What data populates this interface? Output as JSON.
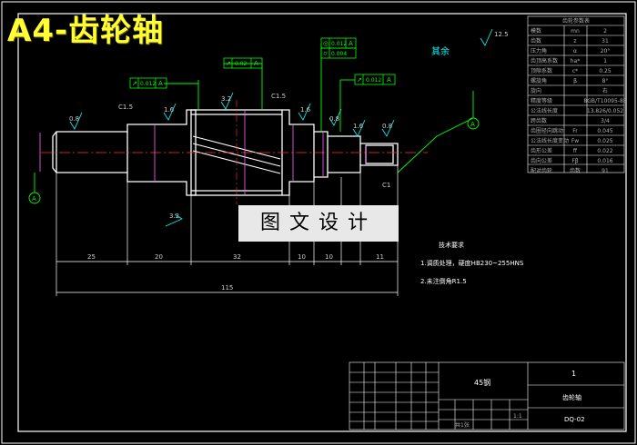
{
  "title": "A4-齿轮轴",
  "watermark": "图文设计",
  "roughness_top": "其余",
  "roughness_top_value": "12.5",
  "datum_label": "A",
  "tech_req": {
    "heading": "技术要求",
    "line1": "1.调质处理，硬度HB230~255HNS",
    "line2": "2.未注倒角R1.5"
  },
  "tolerance_frames": [
    {
      "symbol": "↗",
      "value": "0.012",
      "datum": "A"
    },
    {
      "symbol": "↗",
      "value": "0.02",
      "datum": "A"
    },
    {
      "symbol": "↗",
      "value": "0.012",
      "datum": "A"
    },
    {
      "symbol": "◎",
      "value": "0.012",
      "datum": "A"
    },
    {
      "symbol": "⌭",
      "value": "0.004",
      "datum": ""
    }
  ],
  "dimensions": {
    "d1": "25",
    "d2": "20",
    "d3": "32",
    "d4": "10",
    "d5": "10",
    "d6": "11",
    "total": "115",
    "c15a": "C1.5",
    "c15b": "C1.5",
    "c1": "C1",
    "r08": "0.8",
    "r16": "1.6",
    "r32": "3.2",
    "r32b": "3.2",
    "r16b": "1.6",
    "r08b": "0.8",
    "r16c": "1.6",
    "r08c": "0.8"
  },
  "param_table": {
    "header": "齿轮参数表",
    "rows": [
      {
        "name": "模数",
        "sym": "mn",
        "val": "2"
      },
      {
        "name": "齿数",
        "sym": "z",
        "val": "31"
      },
      {
        "name": "压力角",
        "sym": "α",
        "val": "20°"
      },
      {
        "name": "齿顶高系数",
        "sym": "ha*",
        "val": "1"
      },
      {
        "name": "顶隙系数",
        "sym": "c*",
        "val": "0.25"
      },
      {
        "name": "螺旋角",
        "sym": "β",
        "val": "8°"
      },
      {
        "name": "旋向",
        "sym": "",
        "val": "右"
      },
      {
        "name": "精度等级",
        "sym": "",
        "val": "8GB/T10095-88"
      },
      {
        "name": "公法线长度",
        "sym": "",
        "val": "13.826/0.052"
      },
      {
        "name": "跨齿数",
        "sym": "",
        "val": "3/4"
      },
      {
        "name": "齿圈径向跳动",
        "sym": "Fr",
        "val": "0.045"
      },
      {
        "name": "公法线长度变动",
        "sym": "Fw",
        "val": "0.025"
      },
      {
        "name": "齿形公差",
        "sym": "ff",
        "val": "0.022"
      },
      {
        "name": "齿向公差",
        "sym": "Fβ",
        "val": "0.016"
      },
      {
        "name": "配对齿轮",
        "sym": "齿数",
        "val": "91"
      }
    ]
  },
  "title_block": {
    "material": "45钢",
    "qty": "1",
    "name": "齿轮轴",
    "code": "DQ-02",
    "scale": "1:1",
    "sheet": "共1张"
  }
}
